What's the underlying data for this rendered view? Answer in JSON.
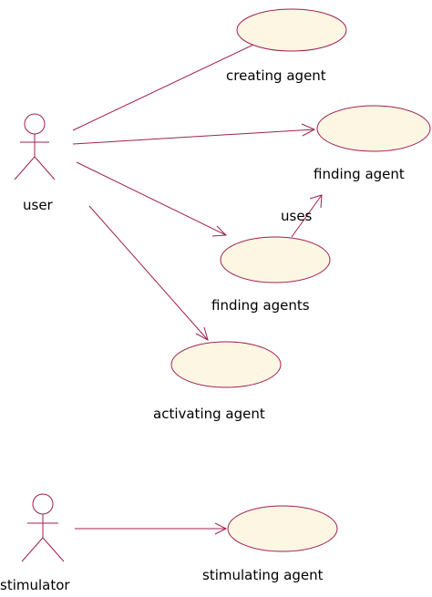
{
  "colors": {
    "stroke": "#a02050",
    "usecase_fill": "#fdf6e3",
    "background": "#ffffff",
    "text": "#000000"
  },
  "actors": [
    {
      "id": "user",
      "label": "user"
    },
    {
      "id": "stimulator",
      "label": "stimulator"
    }
  ],
  "use_cases": [
    {
      "id": "creating-agent",
      "label": "creating agent"
    },
    {
      "id": "finding-agent",
      "label": "finding agent"
    },
    {
      "id": "finding-agents",
      "label": "finding agents"
    },
    {
      "id": "activating-agent",
      "label": "activating agent"
    },
    {
      "id": "stimulating-agent",
      "label": "stimulating agent"
    }
  ],
  "relationships": [
    {
      "from": "user",
      "to": "creating-agent",
      "type": "association",
      "label": ""
    },
    {
      "from": "user",
      "to": "finding-agent",
      "type": "association",
      "label": ""
    },
    {
      "from": "user",
      "to": "finding-agents",
      "type": "association",
      "label": ""
    },
    {
      "from": "user",
      "to": "activating-agent",
      "type": "association",
      "label": ""
    },
    {
      "from": "finding-agents",
      "to": "finding-agent",
      "type": "uses",
      "label": "uses"
    },
    {
      "from": "stimulator",
      "to": "stimulating-agent",
      "type": "association",
      "label": ""
    }
  ]
}
